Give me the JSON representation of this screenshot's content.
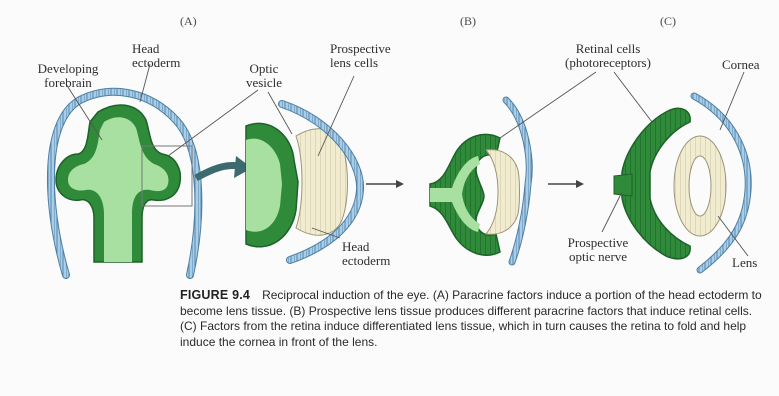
{
  "panels": {
    "a": "(A)",
    "b": "(B)",
    "c": "(C)"
  },
  "labels": {
    "developing_forebrain": [
      "Developing",
      "forebrain"
    ],
    "head_ectoderm_top": [
      "Head",
      "ectoderm"
    ],
    "optic_vesicle": [
      "Optic",
      "vesicle"
    ],
    "prospective_lens_cells": [
      "Prospective",
      "lens cells"
    ],
    "head_ectoderm_bottom": [
      "Head",
      "ectoderm"
    ],
    "retinal_cells": [
      "Retinal cells",
      "(photoreceptors)"
    ],
    "cornea": "Cornea",
    "prospective_optic_nerve": [
      "Prospective",
      "optic nerve"
    ],
    "lens": "Lens"
  },
  "caption": {
    "figure_label": "FIGURE 9.4",
    "text": "Reciprocal induction of the eye. (A) Paracrine factors induce a portion of the head ectoderm to become lens tissue. (B) Prospective lens tissue produces different paracrine factors that induce retinal cells. (C) Factors from the retina induce differentiated lens tissue, which in turn causes the retina to fold and help induce the cornea in front of the lens."
  },
  "colors": {
    "neural_tissue": "#a7e0a0",
    "retina": "#2f8b3a",
    "retina_dark": "#1d6228",
    "ectoderm": "#a9cde6",
    "ectoderm_outline": "#4d7fa6",
    "lens": "#f1ecd0",
    "arrow": "#3d6a6e"
  }
}
